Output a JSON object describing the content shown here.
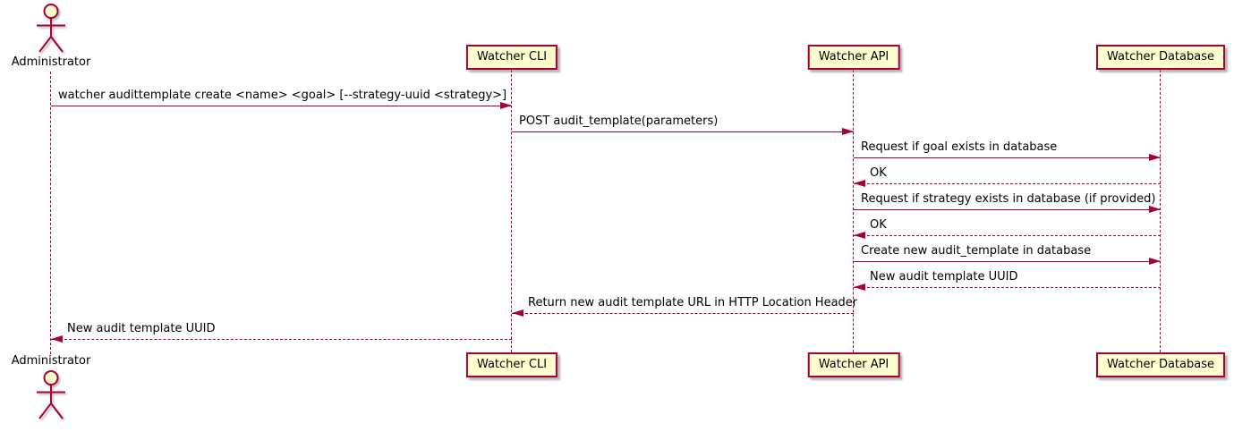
{
  "colors": {
    "accent": "#A80036",
    "participant_fill": "#FEFECE",
    "text": "#000000",
    "background": "#FFFFFF"
  },
  "actor": {
    "name": "Administrator"
  },
  "participants": [
    {
      "label": "Watcher CLI"
    },
    {
      "label": "Watcher API"
    },
    {
      "label": "Watcher Database"
    }
  ],
  "messages": [
    {
      "from": "Administrator",
      "to": "Watcher CLI",
      "line": "solid",
      "text": "watcher audittemplate create <name> <goal> [--strategy-uuid <strategy>]"
    },
    {
      "from": "Watcher CLI",
      "to": "Watcher API",
      "line": "solid",
      "text": "POST audit_template(parameters)"
    },
    {
      "from": "Watcher API",
      "to": "Watcher Database",
      "line": "solid",
      "text": "Request if goal exists in database"
    },
    {
      "from": "Watcher Database",
      "to": "Watcher API",
      "line": "dashed",
      "text": "OK"
    },
    {
      "from": "Watcher API",
      "to": "Watcher Database",
      "line": "solid",
      "text": "Request if strategy exists in database (if provided)"
    },
    {
      "from": "Watcher Database",
      "to": "Watcher API",
      "line": "dashed",
      "text": "OK"
    },
    {
      "from": "Watcher API",
      "to": "Watcher Database",
      "line": "solid",
      "text": "Create new audit_template in database"
    },
    {
      "from": "Watcher Database",
      "to": "Watcher API",
      "line": "dashed",
      "text": "New audit template UUID"
    },
    {
      "from": "Watcher API",
      "to": "Watcher CLI",
      "line": "dashed",
      "text": "Return new audit template URL in HTTP Location Header"
    },
    {
      "from": "Watcher CLI",
      "to": "Administrator",
      "line": "dashed",
      "text": "New audit template UUID"
    }
  ]
}
